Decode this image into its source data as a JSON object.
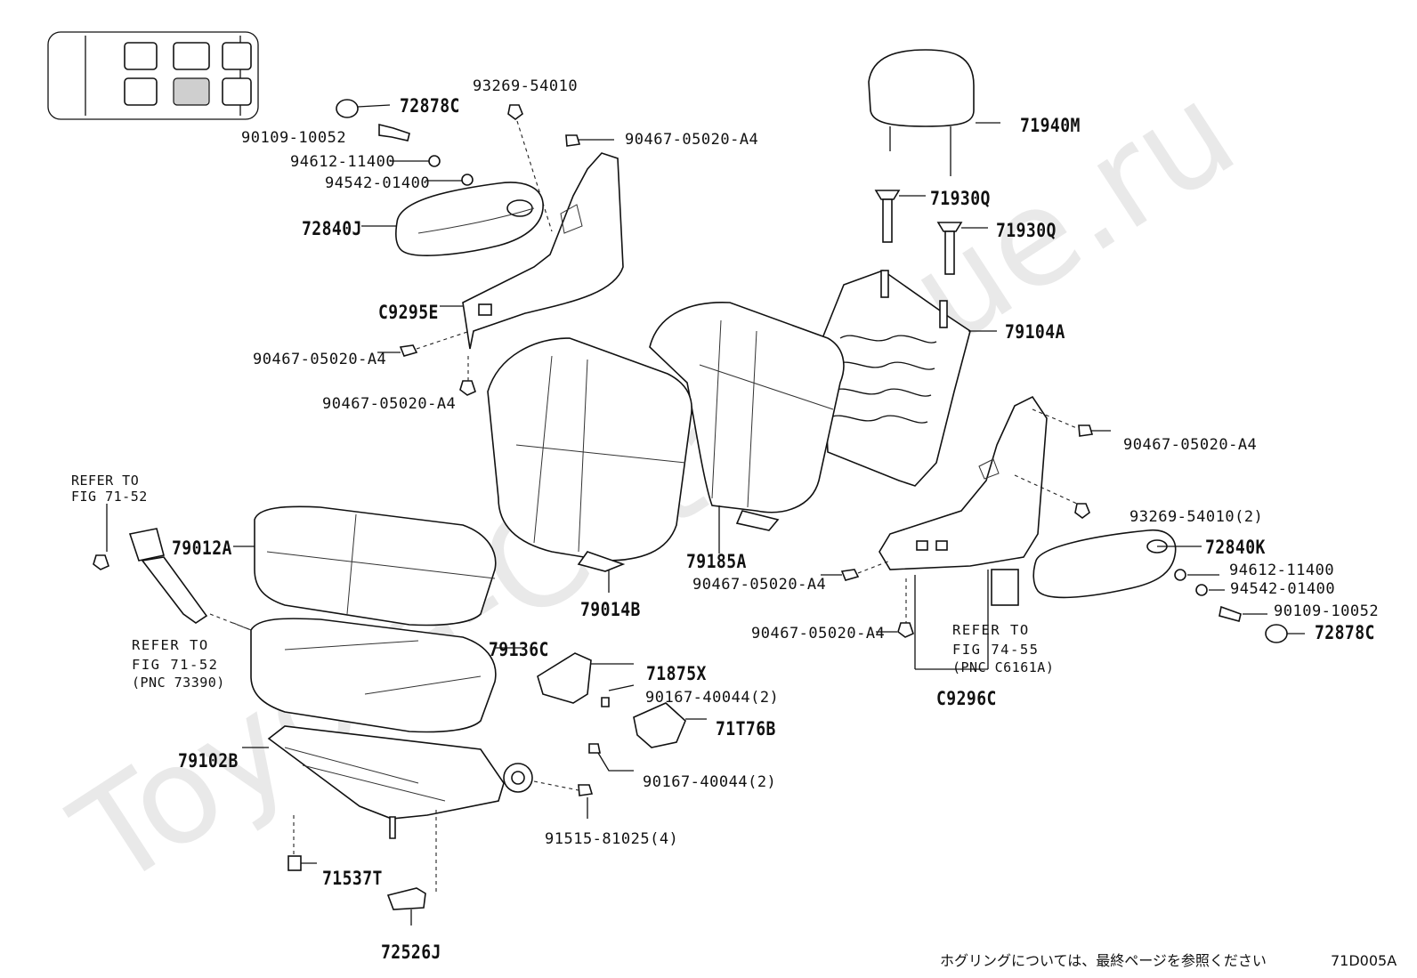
{
  "labels": {
    "p72878c_a": "72878C",
    "p90109_a": "90109-10052",
    "p94612_a": "94612-11400",
    "p94542_a": "94542-01400",
    "p72840j": "72840J",
    "p93269_a": "93269-54010",
    "p90467_top": "90467-05020-A4",
    "pc9295e": "C9295E",
    "p90467_l1": "90467-05020-A4",
    "p90467_l2": "90467-05020-A4",
    "p71940m": "71940M",
    "p71930q_a": "71930Q",
    "p71930q_b": "71930Q",
    "p79104a": "79104A",
    "p90467_r1": "90467-05020-A4",
    "p93269_b": "93269-54010(2)",
    "p72840k": "72840K",
    "p94612_b": "94612-11400",
    "p94542_b": "94542-01400",
    "p90109_b": "90109-10052",
    "p72878c_b": "72878C",
    "p79185a": "79185A",
    "p90467_m": "90467-05020-A4",
    "p90467_b": "90467-05020-A4",
    "p79014b": "79014B",
    "p79012a": "79012A",
    "p79136c": "79136C",
    "p71875x": "71875X",
    "p90167_a": "90167-40044(2)",
    "p71t76b": "71T76B",
    "p90167_b": "90167-40044(2)",
    "p79102b": "79102B",
    "p91515": "91515-81025(4)",
    "p71537t": "71537T",
    "p72526j": "72526J",
    "pc9296c": "C9296C"
  },
  "notes": {
    "refer_top_1": "REFER TO",
    "refer_top_2": "FIG 71-52",
    "refer_belt_1": "REFER TO",
    "refer_belt_2": "FIG 71-52",
    "refer_belt_3": "(PNC 73390)",
    "refer_right_1": "REFER TO",
    "refer_right_2": "FIG 74-55",
    "refer_right_3": "(PNC C6161A)"
  },
  "footer": {
    "note_jp": "ホグリングについては、最終ページを参照ください",
    "figure_code": "71D005A"
  },
  "watermark": "Toyota-Catalogue.ru",
  "colors": {
    "line": "#111111",
    "watermark": "#e6e6e6"
  }
}
